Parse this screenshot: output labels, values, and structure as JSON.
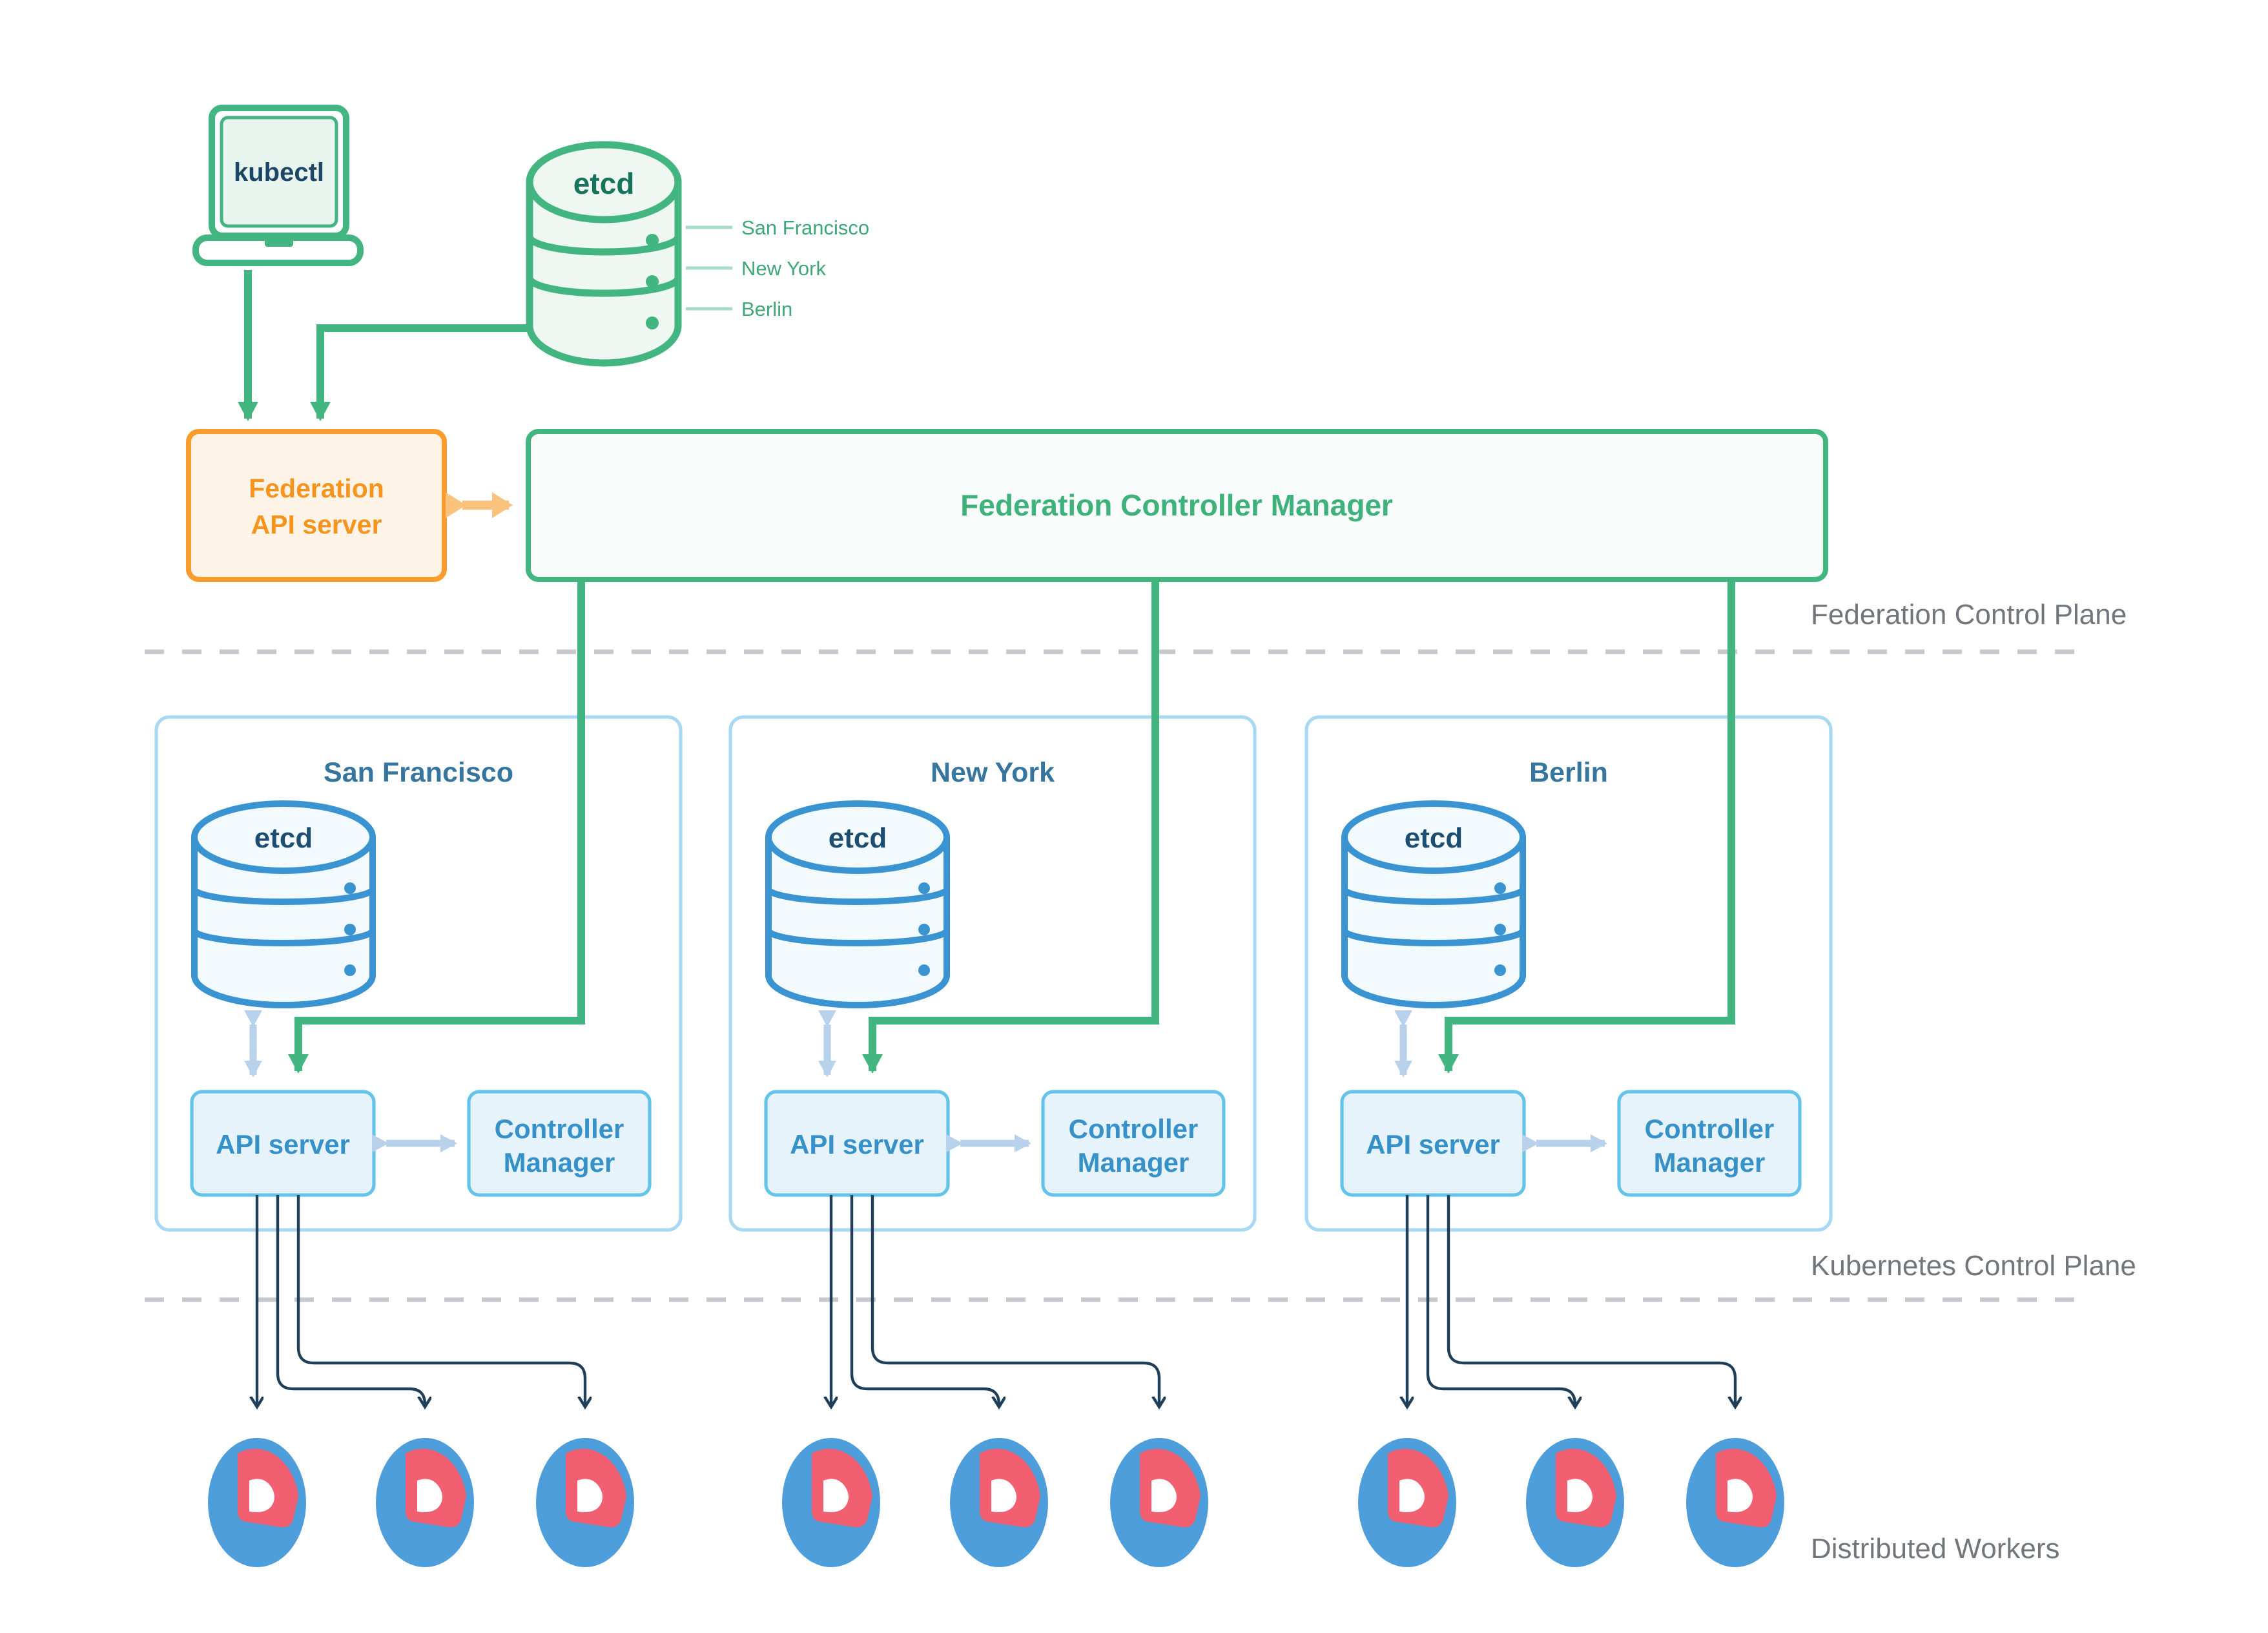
{
  "kubectl": {
    "label": "kubectl"
  },
  "federation_etcd": {
    "label": "etcd",
    "members": [
      "San Francisco",
      "New York",
      "Berlin"
    ]
  },
  "federation_api_server": {
    "lines": [
      "Federation",
      "API server"
    ]
  },
  "federation_controller_manager": {
    "label": "Federation Controller Manager"
  },
  "separators": {
    "federation_control_plane": "Federation Control Plane",
    "kubernetes_control_plane": "Kubernetes Control Plane",
    "distributed_workers": "Distributed Workers"
  },
  "clusters": [
    {
      "title": "San Francisco"
    },
    {
      "title": "New York"
    },
    {
      "title": "Berlin"
    }
  ],
  "cluster_labels": {
    "etcd": "etcd",
    "api_server": "API server",
    "controller_manager_lines": [
      "Controller",
      "Manager"
    ]
  },
  "colors": {
    "green": "#42b580",
    "orange": "#f89c2e",
    "cylinder_blue": "#3b94d2",
    "box_sky": "#64c3e8",
    "navy": "#1f3e58",
    "pale_blue": "#b9d2ec",
    "worker_blue": "#4d9edb",
    "worker_red": "#f25f70",
    "gray_label": "#71767c"
  }
}
